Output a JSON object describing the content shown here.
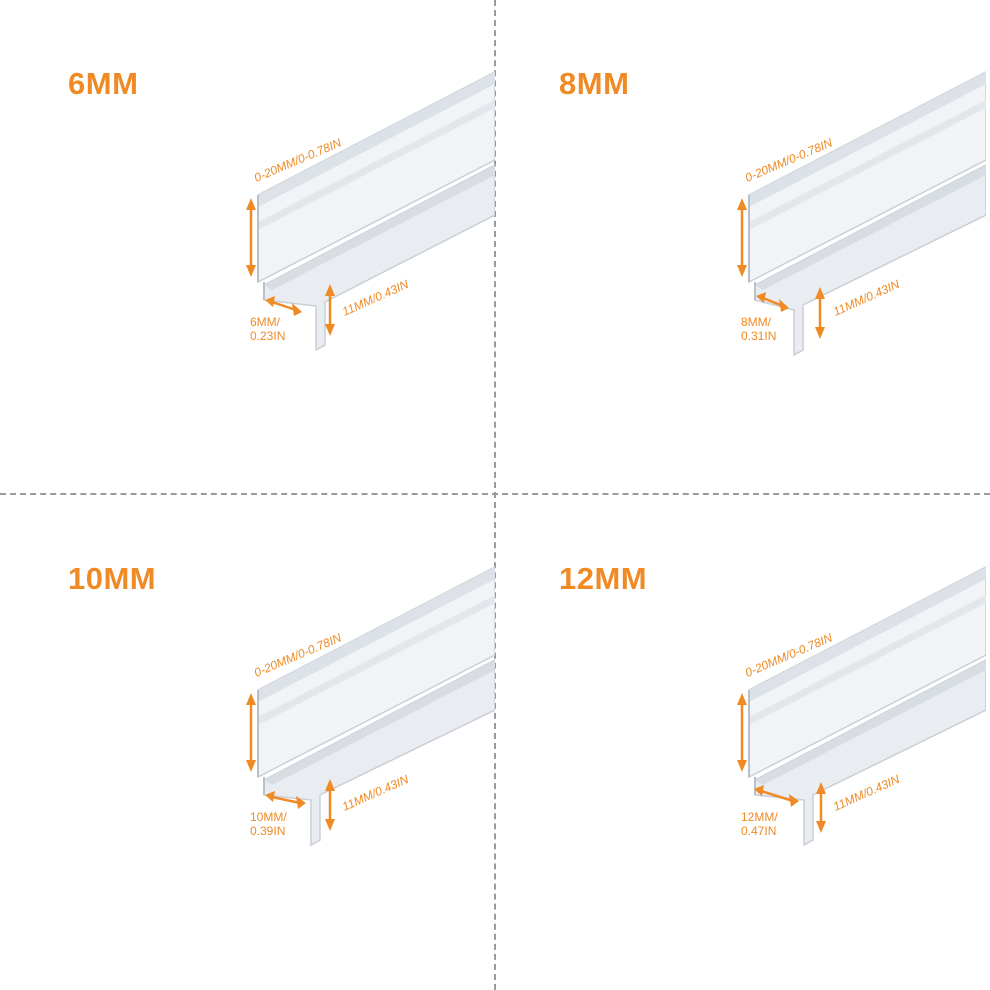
{
  "panels": [
    {
      "title": "6MM",
      "top_range": "0-20MM/0-0.78IN",
      "height_label": "11MM/0.43IN",
      "gap_line1": "6MM/",
      "gap_line2": "0.23IN"
    },
    {
      "title": "8MM",
      "top_range": "0-20MM/0-0.78IN",
      "height_label": "11MM/0.43IN",
      "gap_line1": "8MM/",
      "gap_line2": "0.31IN"
    },
    {
      "title": "10MM",
      "top_range": "0-20MM/0-0.78IN",
      "height_label": "11MM/0.43IN",
      "gap_line1": "10MM/",
      "gap_line2": "0.39IN"
    },
    {
      "title": "12MM",
      "top_range": "0-20MM/0-0.78IN",
      "height_label": "11MM/0.43IN",
      "gap_line1": "12MM/",
      "gap_line2": "0.47IN"
    }
  ],
  "colors": {
    "accent": "#f08a24",
    "profile_edge": "#c9cfd6",
    "profile_fill": "#eef1f4",
    "divider": "#9a9a9a"
  }
}
